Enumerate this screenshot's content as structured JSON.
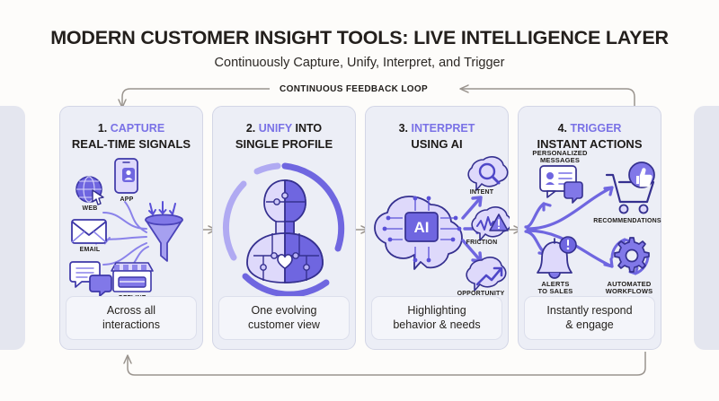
{
  "header": {
    "title": "MODERN CUSTOMER INSIGHT TOOLS: LIVE INTELLIGENCE LAYER",
    "subtitle": "Continuously Capture, Unify, Interpret, and Trigger"
  },
  "loop": {
    "label": "CONTINUOUS FEEDBACK LOOP"
  },
  "colors": {
    "accent_purple": "#7a72e6",
    "icon_purple": "#6f66e0",
    "icon_light": "#c9c6f2",
    "panel_bg": "#eceef6",
    "panel_border": "#d3d6e6",
    "caption_bg": "#f4f5fa",
    "page_bg": "#fdfcfa",
    "arrow_gray": "#9a948e",
    "text_dark": "#1d1a18"
  },
  "panels": [
    {
      "number": "1.",
      "accent_word": "CAPTURE",
      "head_tail": "",
      "head_line2": "REAL-TIME SIGNALS",
      "caption": "Across all\ninteractions",
      "items": [
        {
          "label": "WEB",
          "icon": "globe-cursor-icon"
        },
        {
          "label": "APP",
          "icon": "mobile-phone-icon"
        },
        {
          "label": "EMAIL",
          "icon": "envelope-icon"
        },
        {
          "label": "CHAT",
          "icon": "chat-bubbles-icon"
        },
        {
          "label": "OFFLINE",
          "icon": "storefront-icon"
        },
        {
          "label": "",
          "icon": "funnel-icon"
        }
      ]
    },
    {
      "number": "2.",
      "accent_word": "UNIFY",
      "head_tail": " INTO",
      "head_line2": "SINGLE PROFILE",
      "caption": "One evolving\ncustomer view",
      "items": [
        {
          "label": "",
          "icon": "puzzle-person-profile-icon"
        },
        {
          "label": "",
          "icon": "circular-arc-icon"
        }
      ]
    },
    {
      "number": "3.",
      "accent_word": "INTERPRET",
      "head_tail": "",
      "head_line2": "USING AI",
      "caption": "Highlighting\nbehavior & needs",
      "items": [
        {
          "label": "",
          "icon": "ai-brain-icon"
        },
        {
          "label": "INTENT",
          "icon": "magnifier-bubble-icon"
        },
        {
          "label": "FRICTION",
          "icon": "warning-bubble-icon"
        },
        {
          "label": "OPPORTUNITY",
          "icon": "growth-arrow-bubble-icon"
        }
      ]
    },
    {
      "number": "4.",
      "accent_word": "TRIGGER",
      "head_tail": "",
      "head_line2": "INSTANT ACTIONS",
      "caption": "Instantly respond\n& engage",
      "items": [
        {
          "label": "PERSONALIZED\nMESSAGES",
          "icon": "personalized-message-icon"
        },
        {
          "label": "RECOMMENDATIONS",
          "icon": "shopping-cart-thumbsup-icon"
        },
        {
          "label": "ALERTS\nTO SALES",
          "icon": "bell-alert-icon"
        },
        {
          "label": "AUTOMATED\nWORKFLOWS",
          "icon": "gear-workflow-icon"
        }
      ]
    }
  ]
}
